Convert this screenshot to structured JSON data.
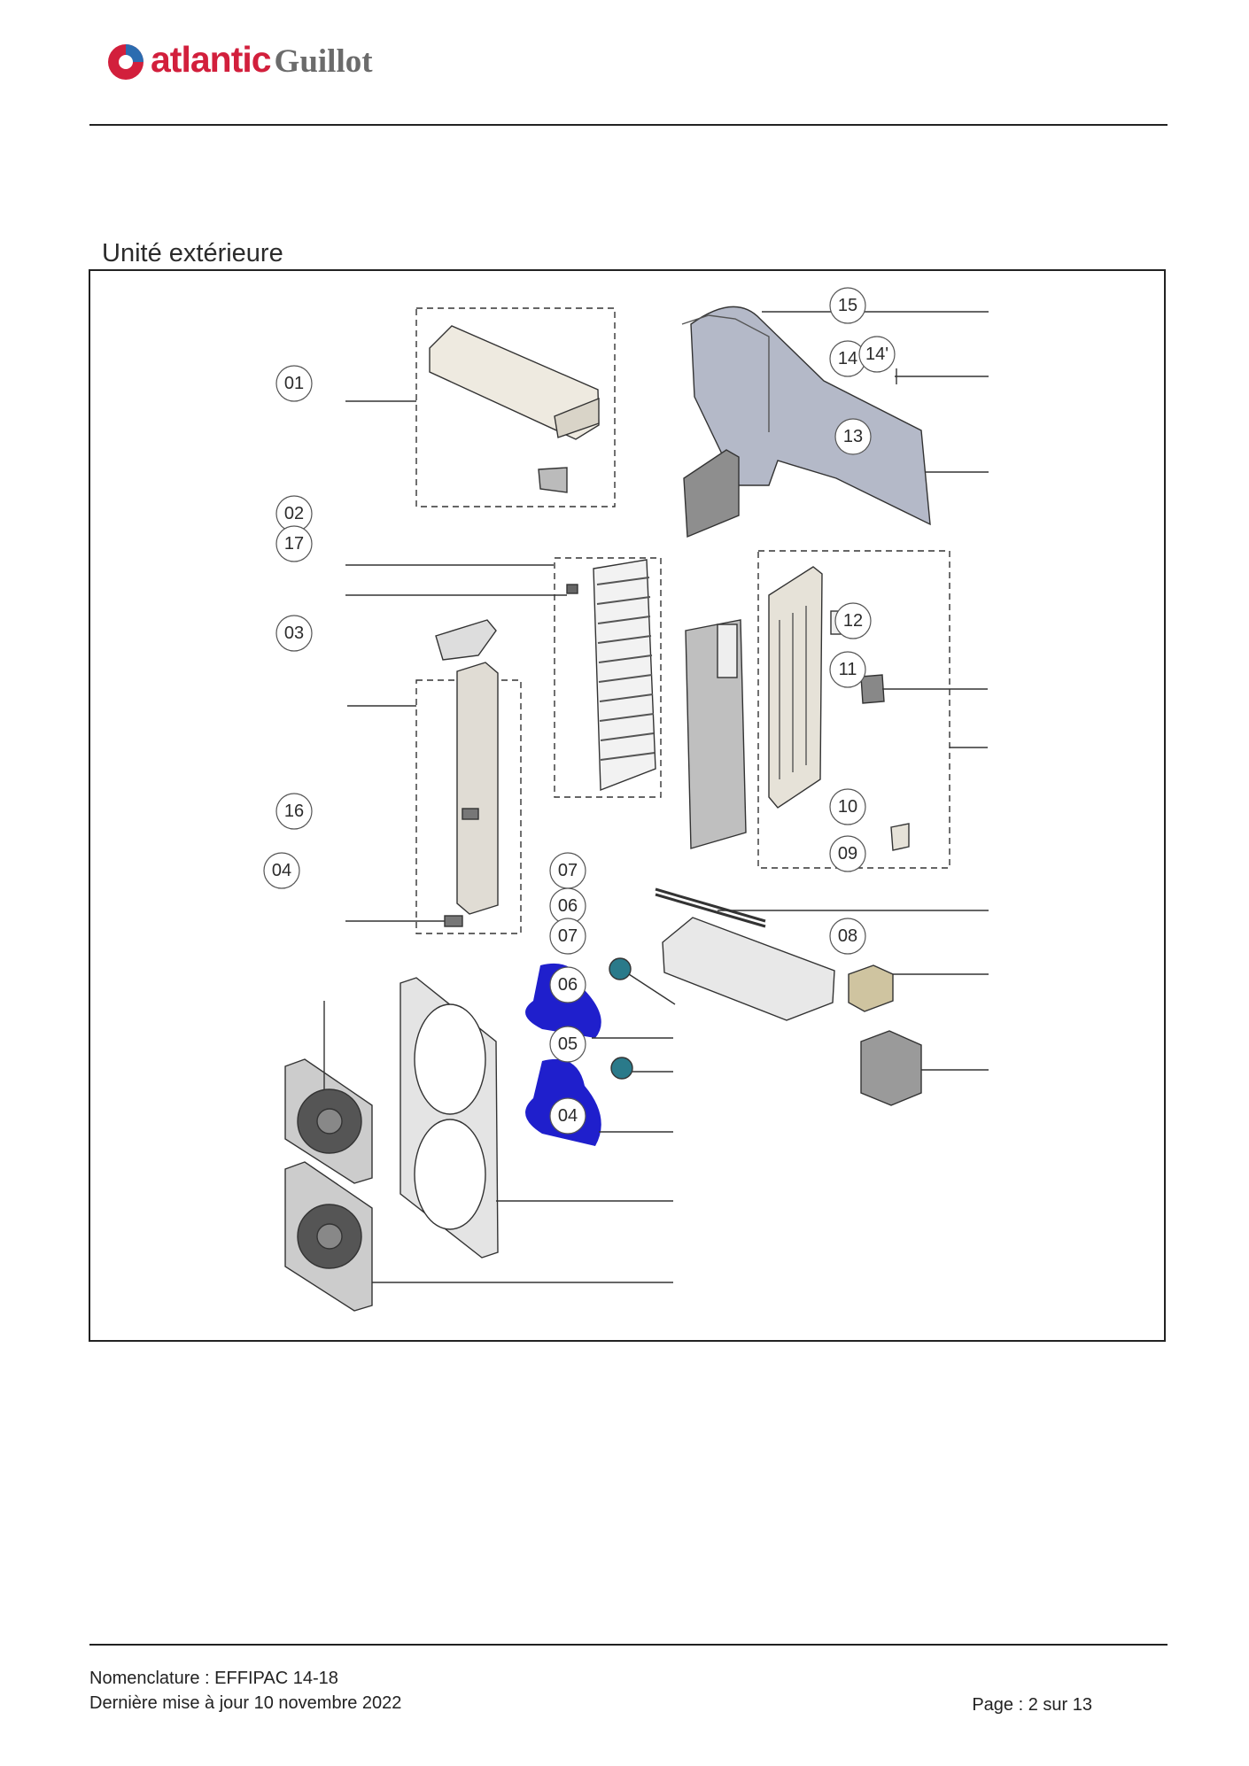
{
  "header": {
    "brand_primary": "atlantic",
    "brand_secondary": "Guillot",
    "brand_colors": {
      "primary": "#d21f3c",
      "secondary": "#6b6b6b",
      "mark_red": "#d21f3c",
      "mark_blue": "#2b6cb0"
    }
  },
  "section": {
    "title": "Unité extérieure"
  },
  "diagram": {
    "callouts": [
      "01",
      "02",
      "17",
      "03",
      "16",
      "04",
      "07",
      "06",
      "07",
      "06",
      "05",
      "04",
      "15",
      "14",
      "14'",
      "13",
      "12",
      "11",
      "10",
      "09",
      "08"
    ],
    "part_colors": {
      "fan_blade": "#1f1fcc",
      "panel": "#cfcfcf",
      "outline": "#333333"
    }
  },
  "footer": {
    "nomenclature": "Nomenclature : EFFIPAC 14-18",
    "updated": "Dernière mise à jour 10 novembre 2022",
    "page": "Page : 2 sur 13"
  }
}
